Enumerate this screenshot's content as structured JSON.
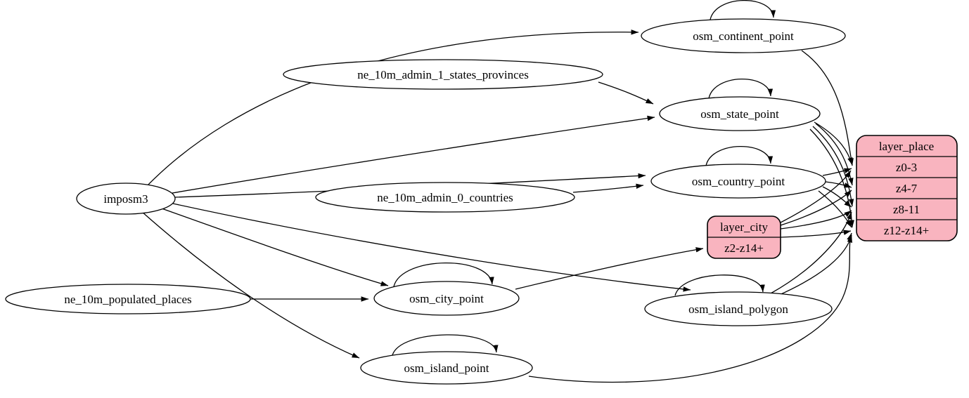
{
  "diagram_type": "etl-graph",
  "colors": {
    "record_fill": "#f9b4bf",
    "node_fill": "#ffffff",
    "edge_color": "#000000",
    "background": "#ffffff"
  },
  "nodes": {
    "imposm3": {
      "label": "imposm3",
      "shape": "ellipse"
    },
    "ne_admin1": {
      "label": "ne_10m_admin_1_states_provinces",
      "shape": "ellipse"
    },
    "ne_admin0": {
      "label": "ne_10m_admin_0_countries",
      "shape": "ellipse"
    },
    "ne_popplaces": {
      "label": "ne_10m_populated_places",
      "shape": "ellipse"
    },
    "osm_continent_point": {
      "label": "osm_continent_point",
      "shape": "ellipse"
    },
    "osm_state_point": {
      "label": "osm_state_point",
      "shape": "ellipse"
    },
    "osm_country_point": {
      "label": "osm_country_point",
      "shape": "ellipse"
    },
    "osm_city_point": {
      "label": "osm_city_point",
      "shape": "ellipse"
    },
    "osm_island_polygon": {
      "label": "osm_island_polygon",
      "shape": "ellipse"
    },
    "osm_island_point": {
      "label": "osm_island_point",
      "shape": "ellipse"
    }
  },
  "records": {
    "layer_place": {
      "title": "layer_place",
      "rows": [
        "z0-3",
        "z4-7",
        "z8-11",
        "z12-z14+"
      ]
    },
    "layer_city": {
      "title": "layer_city",
      "rows": [
        "z2-z14+"
      ]
    }
  },
  "edges": [
    {
      "from": "imposm3",
      "to": "osm_continent_point"
    },
    {
      "from": "imposm3",
      "to": "osm_state_point"
    },
    {
      "from": "imposm3",
      "to": "osm_country_point"
    },
    {
      "from": "imposm3",
      "to": "osm_city_point"
    },
    {
      "from": "imposm3",
      "to": "osm_island_polygon"
    },
    {
      "from": "imposm3",
      "to": "osm_island_point"
    },
    {
      "from": "ne_10m_admin_1_states_provinces",
      "to": "osm_state_point"
    },
    {
      "from": "ne_10m_admin_0_countries",
      "to": "osm_country_point"
    },
    {
      "from": "ne_10m_populated_places",
      "to": "osm_city_point"
    },
    {
      "from": "osm_continent_point",
      "to": "osm_continent_point"
    },
    {
      "from": "osm_state_point",
      "to": "osm_state_point"
    },
    {
      "from": "osm_country_point",
      "to": "osm_country_point"
    },
    {
      "from": "osm_city_point",
      "to": "osm_city_point"
    },
    {
      "from": "osm_island_polygon",
      "to": "osm_island_polygon"
    },
    {
      "from": "osm_island_point",
      "to": "osm_island_point"
    },
    {
      "from": "osm_continent_point",
      "to": "layer_place:z0-3"
    },
    {
      "from": "osm_state_point",
      "to": "layer_place:z0-3"
    },
    {
      "from": "osm_state_point",
      "to": "layer_place:z4-7"
    },
    {
      "from": "osm_state_point",
      "to": "layer_place:z8-11"
    },
    {
      "from": "osm_state_point",
      "to": "layer_place:z12-z14+"
    },
    {
      "from": "osm_country_point",
      "to": "layer_place:z0-3"
    },
    {
      "from": "osm_country_point",
      "to": "layer_place:z4-7"
    },
    {
      "from": "osm_country_point",
      "to": "layer_place:z8-11"
    },
    {
      "from": "osm_country_point",
      "to": "layer_place:z12-z14+"
    },
    {
      "from": "osm_city_point",
      "to": "layer_city:z2-z14+"
    },
    {
      "from": "layer_city",
      "to": "layer_place:z0-3"
    },
    {
      "from": "layer_city",
      "to": "layer_place:z4-7"
    },
    {
      "from": "layer_city",
      "to": "layer_place:z8-11"
    },
    {
      "from": "layer_city",
      "to": "layer_place:z12-z14+"
    },
    {
      "from": "osm_island_polygon",
      "to": "layer_place:z8-11"
    },
    {
      "from": "osm_island_polygon",
      "to": "layer_place:z12-z14+"
    },
    {
      "from": "osm_island_point",
      "to": "layer_place:z12-z14+"
    }
  ]
}
